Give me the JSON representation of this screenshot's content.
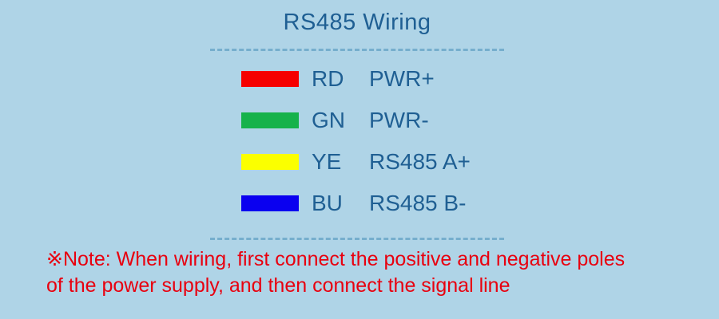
{
  "title": "RS485 Wiring",
  "colors": {
    "background": "#afd4e7",
    "heading_text": "#1f5f93",
    "dashed_line": "#76aecd",
    "note_text": "#e8000f"
  },
  "legend": {
    "rows": [
      {
        "swatch_color": "#f50000",
        "abbr": "RD",
        "signal": "PWR+"
      },
      {
        "swatch_color": "#16b24b",
        "abbr": "GN",
        "signal": "PWR-"
      },
      {
        "swatch_color": "#fbff00",
        "abbr": "YE",
        "signal": "RS485 A+"
      },
      {
        "swatch_color": "#0a00f0",
        "abbr": "BU",
        "signal": "RS485 B-"
      }
    ]
  },
  "note": {
    "line1": "※Note: When wiring, first connect the positive and negative poles",
    "line2": "of the power supply, and then connect the signal line"
  }
}
